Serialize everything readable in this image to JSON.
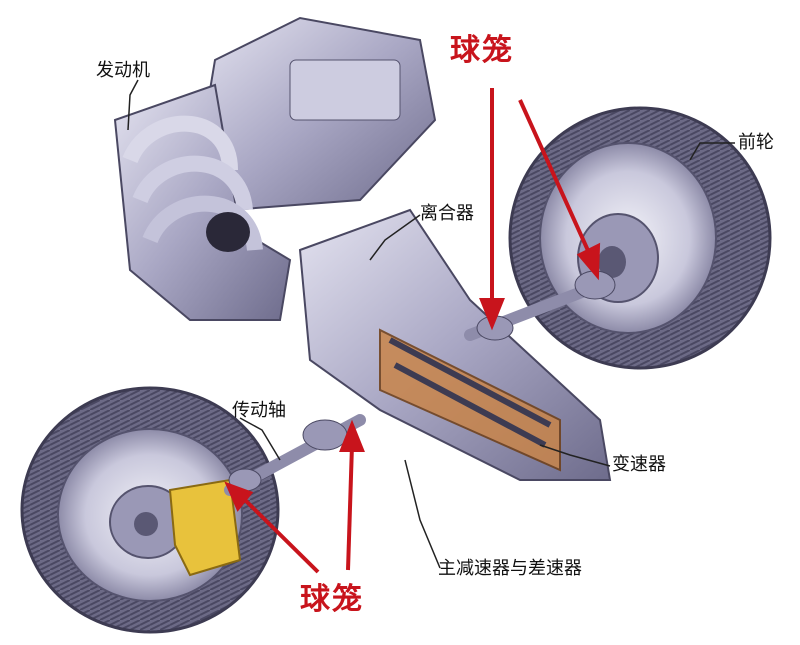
{
  "labels": {
    "engine": "发动机",
    "front_wheel": "前轮",
    "clutch": "离合器",
    "drive_shaft": "传动轴",
    "gearbox": "变速器",
    "final_drive": "主减速器与差速器",
    "cv_joint_top": "球笼",
    "cv_joint_bottom": "球笼"
  },
  "colors": {
    "arrow": "#c8141c",
    "tire": "#6c6a86",
    "metal": "#b9b7cf",
    "accent": "#e8c23c"
  }
}
